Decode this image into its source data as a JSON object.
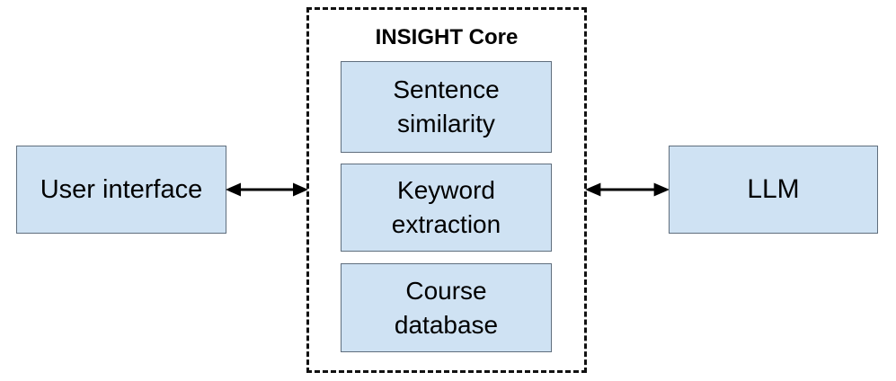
{
  "diagram": {
    "background": "#ffffff",
    "left_node": {
      "label": "User interface"
    },
    "right_node": {
      "label": "LLM"
    },
    "core": {
      "title": "INSIGHT Core",
      "modules": [
        {
          "line1": "Sentence",
          "line2": "similarity"
        },
        {
          "line1": "Keyword",
          "line2": "extraction"
        },
        {
          "line1": "Course",
          "line2": "database"
        }
      ]
    },
    "arrows": [
      {
        "name": "user-interface-to-core",
        "type": "bidirectional"
      },
      {
        "name": "core-to-llm",
        "type": "bidirectional"
      }
    ],
    "colors": {
      "node_fill": "#cfe2f3",
      "node_border": "#5f6e7d",
      "container_border": "#111111",
      "arrow": "#000000",
      "text": "#000000",
      "background": "#ffffff"
    }
  }
}
